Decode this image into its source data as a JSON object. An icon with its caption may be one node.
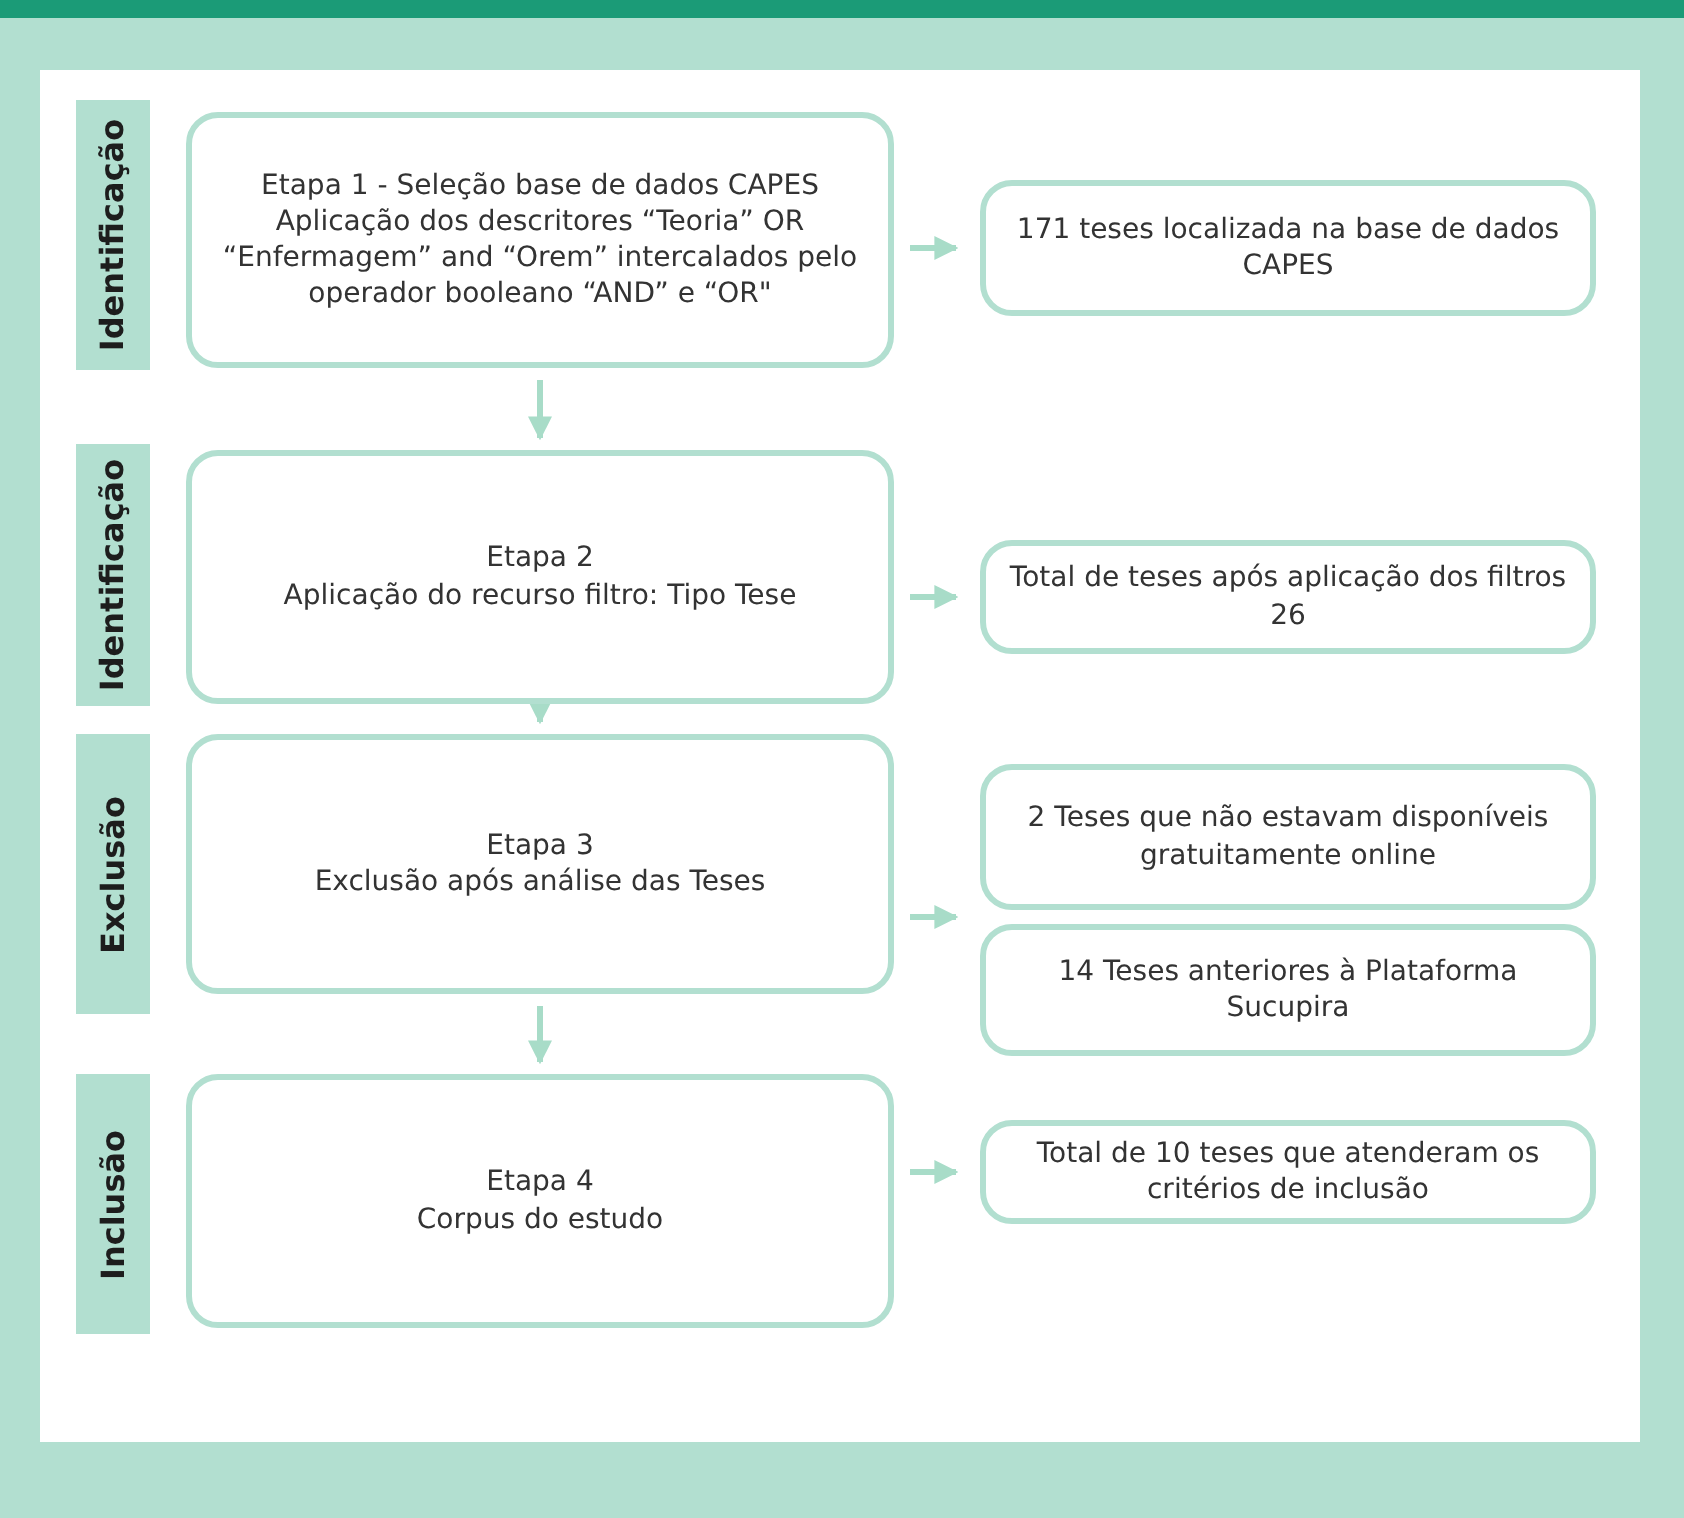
{
  "diagram": {
    "nodes": [
      {
        "text": [
          "Identificação"
        ]
      },
      {
        "text": [
          "Etapa 1 - Seleção base de dados CAPES Aplicação dos descritores “Teoria” OR “Enfermagem” and “Orem” intercalados pelo operador booleano “AND” e “OR\""
        ]
      },
      {
        "text": [
          "171 teses localizada na base de dados CAPES"
        ]
      },
      {
        "text": [
          "Identificação"
        ]
      },
      {
        "text": [
          "Etapa 2",
          "Aplicação do recurso filtro: Tipo Tese"
        ]
      },
      {
        "text": [
          "Total de teses após aplicação dos filtros 26"
        ]
      },
      {
        "text": [
          "Exclusão"
        ]
      },
      {
        "text": [
          "Etapa 3",
          "Exclusão após análise das Teses"
        ]
      },
      {
        "text": [
          "2 Teses que não estavam disponíveis gratuitamente online"
        ]
      },
      {
        "text": [
          "14 Teses anteriores à Plataforma Sucupira"
        ]
      },
      {
        "text": [
          "Inclusão"
        ]
      },
      {
        "text": [
          "Etapa 4",
          "Corpus do estudo"
        ]
      },
      {
        "text": [
          "Total de 10 teses que atenderam os critérios de inclusão"
        ]
      }
    ],
    "edges": [
      {
        "from": 1,
        "to": 2,
        "arrow": "to"
      },
      {
        "from": 1,
        "to": 4,
        "arrow": "to"
      },
      {
        "from": 4,
        "to": 5,
        "arrow": "to"
      },
      {
        "from": 4,
        "to": 7,
        "arrow": "to"
      },
      {
        "from": 7,
        "to": 8,
        "arrow": "to"
      },
      {
        "from": 7,
        "to": 9,
        "arrow": "to"
      },
      {
        "from": 7,
        "to": 11,
        "arrow": "to"
      },
      {
        "from": 11,
        "to": 12,
        "arrow": "to"
      }
    ]
  }
}
